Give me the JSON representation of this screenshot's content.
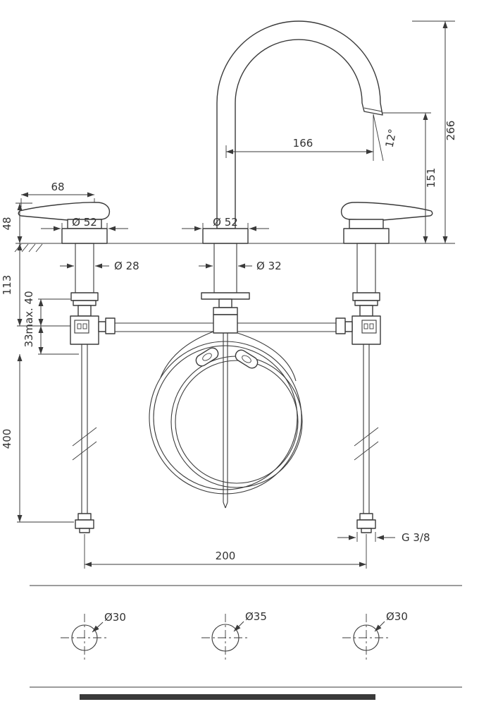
{
  "drawing": {
    "dims": {
      "total_height": "266",
      "outlet_height": "151",
      "spout_reach": "166",
      "spout_angle": "12°",
      "handle_length": "68",
      "handle_height": "48",
      "escutcheon_left": "Ø 52",
      "escutcheon_center": "Ø 52",
      "shank_left": "Ø 28",
      "shank_center": "Ø 32",
      "below_deck": "113",
      "max_deck": "max. 40",
      "shank_extra": "33",
      "hose_length": "400",
      "hole_spacing": "200",
      "thread": "G 3/8"
    },
    "holes": {
      "left": "Ø30",
      "center": "Ø35",
      "right": "Ø30"
    },
    "line_color": "#3a3a3a"
  }
}
